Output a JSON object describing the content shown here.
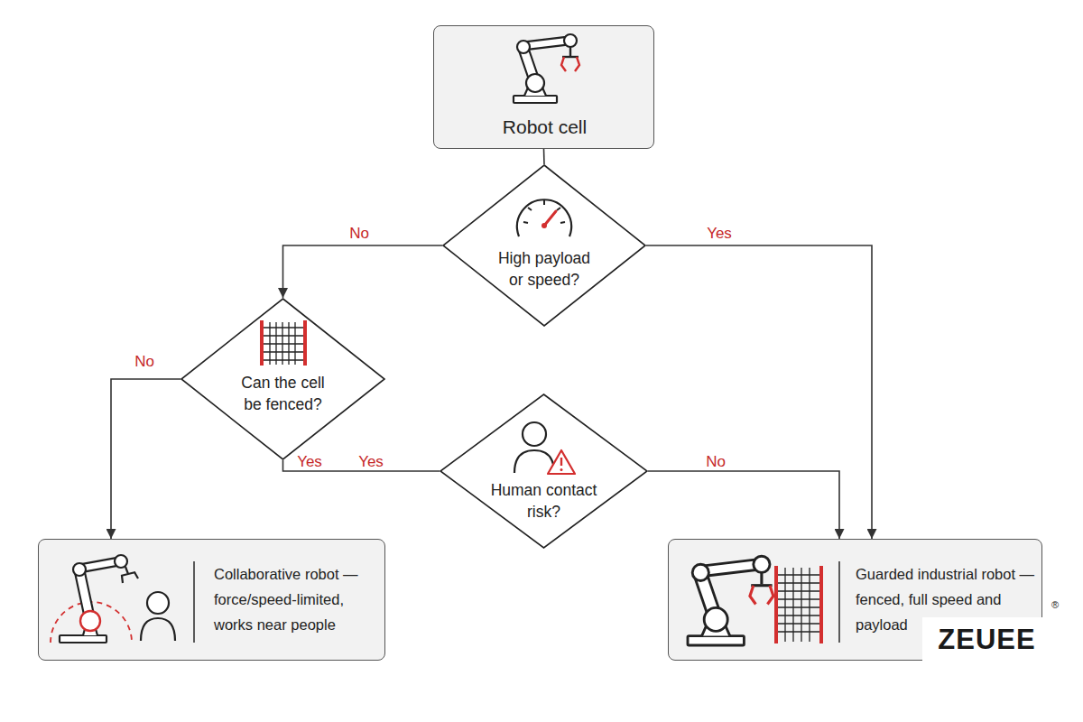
{
  "diagram": {
    "nodes": [
      {
        "text": [
          "Robot cell"
        ]
      },
      {
        "text": [
          "High payload or speed?"
        ]
      },
      {
        "text": [
          "Can the cell be fenced?"
        ]
      },
      {
        "text": [
          "Human contact risk?"
        ]
      },
      {
        "text": [
          "Collaborative robot — force/speed-limited, works near people"
        ]
      },
      {
        "text": [
          "Guarded industrial robot — fenced, full speed and payload"
        ]
      }
    ],
    "edges": [
      {
        "from": 0,
        "to": 1,
        "arrow": "none"
      },
      {
        "from": 1,
        "to": 2,
        "label": "No",
        "arrow": "to"
      },
      {
        "from": 1,
        "to": 5,
        "label": "Yes",
        "arrow": "to"
      },
      {
        "from": 2,
        "to": 4,
        "label": "No",
        "arrow": "to"
      },
      {
        "from": 2,
        "to": 3,
        "label": "Yes",
        "arrow": "none"
      },
      {
        "from": 3,
        "to": 5,
        "label": "No",
        "arrow": "to"
      }
    ],
    "labels": [
      "Yes",
      "ZEUEE",
      "®"
    ]
  }
}
